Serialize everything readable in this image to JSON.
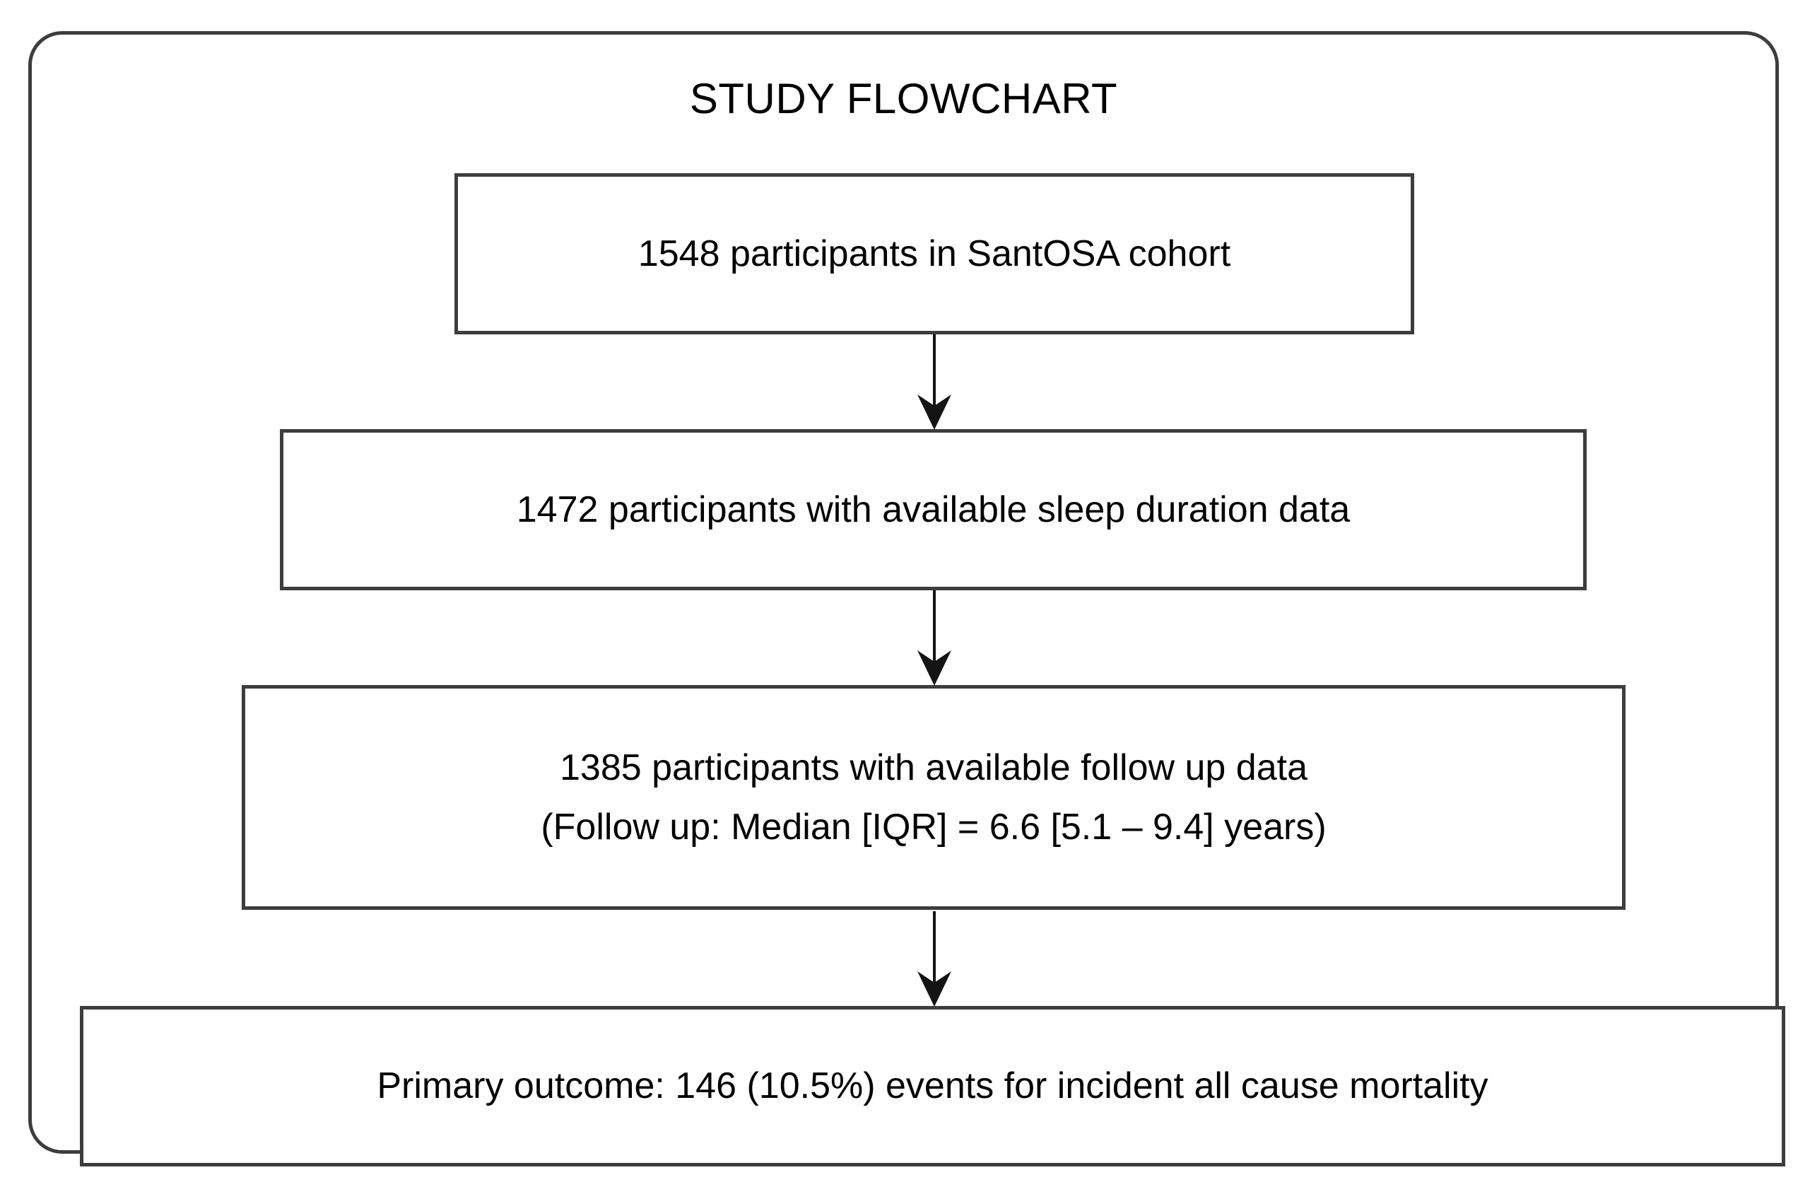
{
  "title": "STUDY FLOWCHART",
  "colors": {
    "border": "#3d3d3d",
    "arrow": "#141414",
    "text": "#000000",
    "background": "#ffffff"
  },
  "nodes": {
    "cohort": {
      "text": "1548 participants in SantOSA cohort"
    },
    "sleep": {
      "text": "1472 participants with available sleep duration data"
    },
    "followup": {
      "line1": "1385 participants with available follow up data",
      "line2": "(Follow up: Median [IQR] = 6.6 [5.1 – 9.4] years)"
    },
    "outcome": {
      "text": "Primary outcome: 146 (10.5%) events for incident all cause mortality"
    }
  },
  "icons": {
    "arrow": "down-arrow"
  }
}
